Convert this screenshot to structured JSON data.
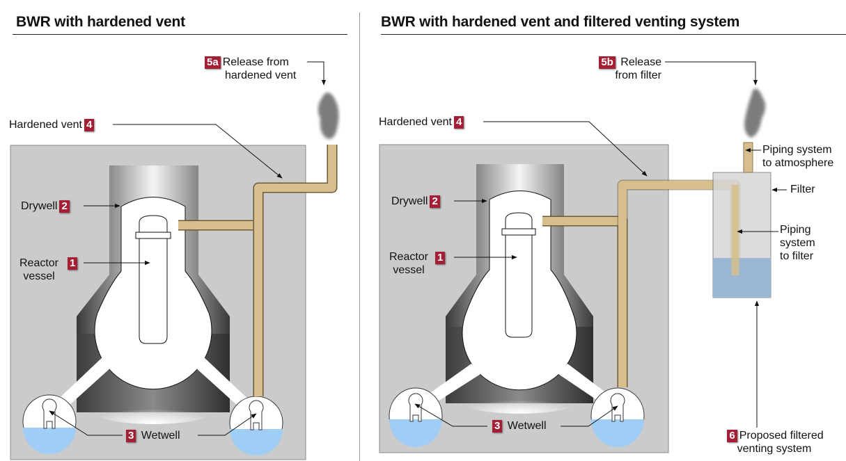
{
  "colors": {
    "badge": "#a51e36",
    "building": "#cbcbcb",
    "pipe": "#d6bf8c",
    "water": "#9fcdf5",
    "filter_water": "#96b5d2",
    "filter_body": "#d6d6d6"
  },
  "left_panel": {
    "title": "BWR with hardened vent",
    "labels": {
      "release": {
        "badge": "5a",
        "line1": "Release from",
        "line2": "hardened vent"
      },
      "vent": {
        "text": "Hardened vent",
        "badge": "4"
      },
      "drywell": {
        "text": "Drywell",
        "badge": "2"
      },
      "reactor": {
        "line1": "Reactor",
        "line2": "vessel",
        "badge": "1"
      },
      "wetwell": {
        "badge": "3",
        "text": "Wetwell"
      }
    }
  },
  "right_panel": {
    "title": "BWR with hardened vent and filtered venting system",
    "labels": {
      "release": {
        "badge": "5b",
        "line1": "Release",
        "line2": "from filter"
      },
      "vent": {
        "text": "Hardened vent",
        "badge": "4"
      },
      "drywell": {
        "text": "Drywell",
        "badge": "2"
      },
      "reactor": {
        "line1": "Reactor",
        "line2": "vessel",
        "badge": "1"
      },
      "wetwell": {
        "badge": "3",
        "text": "Wetwell"
      },
      "piping_atm": {
        "line1": "Piping system",
        "line2": "to atmosphere"
      },
      "filter": {
        "text": "Filter"
      },
      "piping_filter": {
        "line1": "Piping",
        "line2": "system",
        "line3": "to filter"
      },
      "proposed": {
        "badge": "6",
        "line1": "Proposed filtered",
        "line2": "venting system"
      }
    }
  }
}
